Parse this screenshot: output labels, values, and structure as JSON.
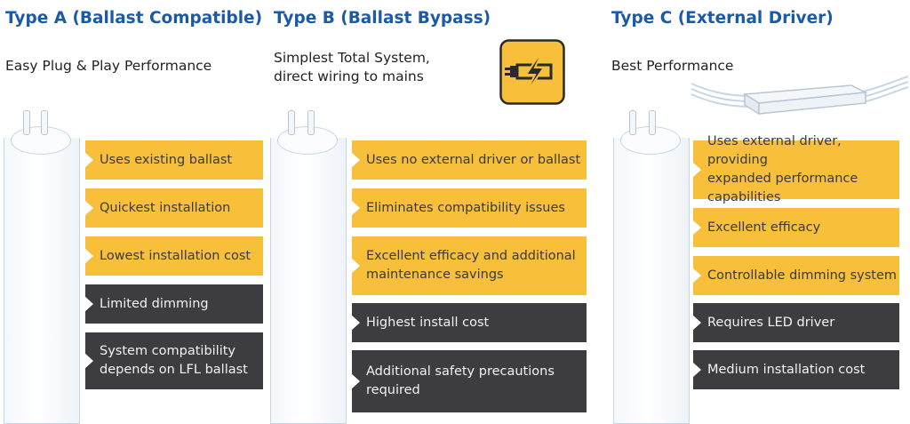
{
  "colors": {
    "title": "#1a5aa8",
    "yellow": "#f7bf3a",
    "dark": "#3c3c41",
    "icon_bg": "#f7bf3a"
  },
  "icons": {
    "bolt": "plug-lightning-icon",
    "tube": "led-tube-icon",
    "driver": "led-driver-icon"
  },
  "columns": [
    {
      "title": "Type A (Ballast Compatible)",
      "subtitle": "Easy Plug & Play Performance",
      "items": [
        {
          "text": "Uses existing ballast",
          "kind": "pro"
        },
        {
          "text": "Quickest installation",
          "kind": "pro"
        },
        {
          "text": "Lowest installation cost",
          "kind": "pro"
        },
        {
          "text": "Limited dimming",
          "kind": "con"
        },
        {
          "text": "System compatibility\ndepends on LFL ballast",
          "kind": "con"
        }
      ]
    },
    {
      "title": "Type B (Ballast Bypass)",
      "subtitle": "Simplest Total System,\ndirect wiring to mains",
      "items": [
        {
          "text": "Uses no external driver or ballast",
          "kind": "pro"
        },
        {
          "text": "Eliminates compatibility issues",
          "kind": "pro"
        },
        {
          "text": "Excellent efficacy and additional\nmaintenance savings",
          "kind": "pro"
        },
        {
          "text": "Highest install cost",
          "kind": "con"
        },
        {
          "text": "Additional safety precautions\nrequired",
          "kind": "con"
        }
      ]
    },
    {
      "title": "Type C (External Driver)",
      "subtitle": "Best Performance",
      "items": [
        {
          "text": "Uses external driver, providing\nexpanded performance capabilities",
          "kind": "pro"
        },
        {
          "text": "Excellent efficacy",
          "kind": "pro"
        },
        {
          "text": "Controllable dimming system",
          "kind": "pro"
        },
        {
          "text": "Requires LED driver",
          "kind": "con"
        },
        {
          "text": "Medium installation cost",
          "kind": "con"
        }
      ]
    }
  ]
}
